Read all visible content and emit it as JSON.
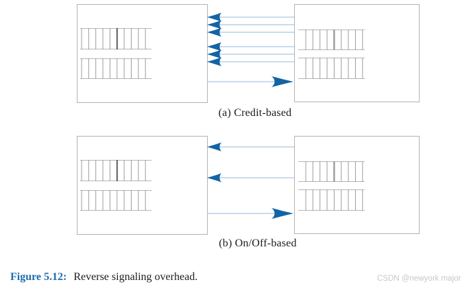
{
  "figure": {
    "label": "Figure 5.12:",
    "caption_text": "Reverse signaling overhead."
  },
  "watermark": "CSDN @newyork major",
  "diagrams": [
    {
      "id": "a",
      "caption": "(a) Credit-based",
      "reverse_signal_ys": [
        25,
        36,
        47,
        68,
        79,
        90
      ],
      "forward_data_y": 119
    },
    {
      "id": "b",
      "caption": "(b) On/Off-based",
      "reverse_signal_ys": [
        22,
        67
      ],
      "forward_data_y": 119
    }
  ],
  "node_buffers": {
    "rows_per_node": 2,
    "cells_per_row": 9,
    "occupied_marker_row": 1
  },
  "colors": {
    "arrowhead": "#1463a6",
    "signal_line": "#a9c7e2",
    "box_border": "#b2b2b2",
    "buffer_frame": "#b5b5b5",
    "buffer_line": "#9c9c9c",
    "occupied_divider": "#3a3a3a",
    "figure_label": "#1e6cae",
    "caption_text_color": "#1c1c1c",
    "watermark_color": "#c8c8c8"
  }
}
